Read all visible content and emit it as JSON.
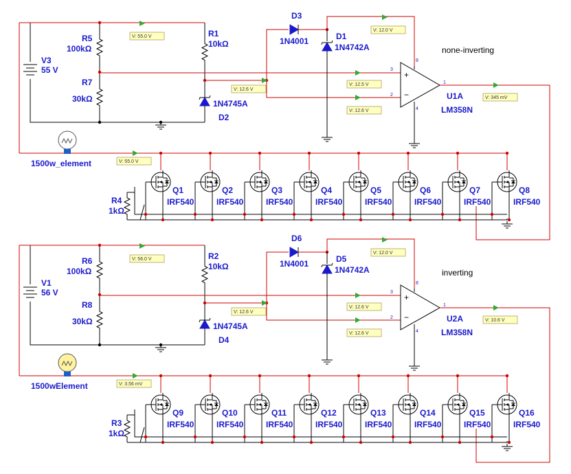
{
  "circuits": [
    {
      "mode_label": "none-inverting",
      "source": {
        "name": "V3",
        "value": "55 V"
      },
      "r_top": {
        "name": "R5",
        "value": "100kΩ"
      },
      "r_bot": {
        "name": "R7",
        "value": "30kΩ"
      },
      "r_zener": {
        "name": "R1",
        "value": "10kΩ"
      },
      "zener_ref": {
        "name": "D2",
        "part": "1N4745A"
      },
      "diode": {
        "name": "D3",
        "part": "1N4001"
      },
      "zener_vcc": {
        "name": "D1",
        "part": "1N4742A"
      },
      "opamp": {
        "name": "U1A",
        "part": "LM358N"
      },
      "lamp": {
        "name": "1500w_element",
        "color": "#ffffff"
      },
      "r_gate": {
        "name": "R4",
        "value": "1kΩ"
      },
      "mosfets": [
        {
          "name": "Q1",
          "part": "IRF540"
        },
        {
          "name": "Q2",
          "part": "IRF540"
        },
        {
          "name": "Q3",
          "part": "IRF540"
        },
        {
          "name": "Q4",
          "part": "IRF540"
        },
        {
          "name": "Q5",
          "part": "IRF540"
        },
        {
          "name": "Q6",
          "part": "IRF540"
        },
        {
          "name": "Q7",
          "part": "IRF540"
        },
        {
          "name": "Q8",
          "part": "IRF540"
        }
      ],
      "probes": {
        "divider_top": "V: 55.0 V",
        "vcc": "V: 12.0 V",
        "ref": "V: 12.6 V",
        "in_plus": "V: 12.5 V",
        "in_minus": "V: 12.6 V",
        "out": "V: 345 mV",
        "lamp": "V: 55.0 V"
      },
      "pins": {
        "p8": "8",
        "p3": "3",
        "p2": "2",
        "p4": "4",
        "p1": "1"
      }
    },
    {
      "mode_label": "inverting",
      "source": {
        "name": "V1",
        "value": "56 V"
      },
      "r_top": {
        "name": "R6",
        "value": "100kΩ"
      },
      "r_bot": {
        "name": "R8",
        "value": "30kΩ"
      },
      "r_zener": {
        "name": "R2",
        "value": "10kΩ"
      },
      "zener_ref": {
        "name": "D4",
        "part": "1N4745A"
      },
      "diode": {
        "name": "D6",
        "part": "1N4001"
      },
      "zener_vcc": {
        "name": "D5",
        "part": "1N4742A"
      },
      "opamp": {
        "name": "U2A",
        "part": "LM358N"
      },
      "lamp": {
        "name": "1500wElement",
        "color": "#fff2a0"
      },
      "r_gate": {
        "name": "R3",
        "value": "1kΩ"
      },
      "mosfets": [
        {
          "name": "Q9",
          "part": "IRF540"
        },
        {
          "name": "Q10",
          "part": "IRF540"
        },
        {
          "name": "Q11",
          "part": "IRF540"
        },
        {
          "name": "Q12",
          "part": "IRF540"
        },
        {
          "name": "Q13",
          "part": "IRF540"
        },
        {
          "name": "Q14",
          "part": "IRF540"
        },
        {
          "name": "Q15",
          "part": "IRF540"
        },
        {
          "name": "Q16",
          "part": "IRF540"
        }
      ],
      "probes": {
        "divider_top": "V: 56.0 V",
        "vcc": "V: 12.0 V",
        "ref": "V: 12.6 V",
        "in_plus": "V: 12.6 V",
        "in_minus": "V: 12.6 V",
        "out": "V: 10.6 V",
        "lamp": "V: 3.56 mV"
      },
      "pins": {
        "p8": "8",
        "p3": "3",
        "p2": "2",
        "p4": "4",
        "p1": "1"
      }
    }
  ]
}
